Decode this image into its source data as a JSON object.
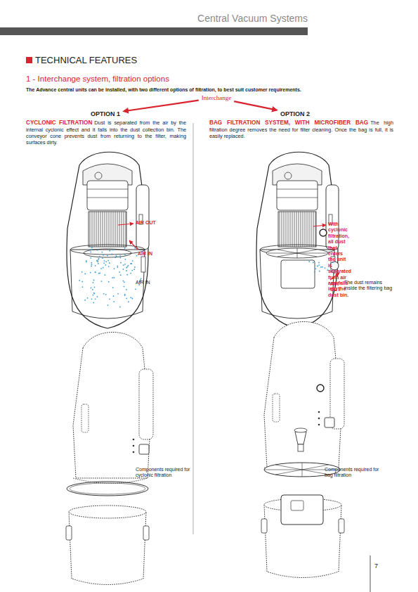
{
  "diagram": {
    "title": "TECHNICAL FEATURES",
    "nodes": [
      {
        "text": [
          "Interchange"
        ]
      },
      {
        "text": [
          "OPTION 1"
        ]
      },
      {
        "text": [
          "OPTION 2"
        ]
      }
    ],
    "edges": [
      {
        "from": 0,
        "to": 1,
        "arrow": "to"
      },
      {
        "from": 0,
        "to": 2,
        "arrow": "to"
      }
    ],
    "labels": [
      "Central Vacuum Systems",
      "1 - Interchange system, filtration options",
      "The Advance central units can be installed, with two different options of filtration, to best suit customer requirements.",
      "CYCLONIC FILTRATION",
      "Dust is separated from the air by the internal cyclonic effect and it falls into the dust collection bin. The conveyor cone prevents dust from returning to the filter, making surfaces dirty.",
      "BAG FILTRATION SYSTEM, WITH MICROFIBER BAG",
      "The high filtration degree removes the need for filter cleaning. Once the bag is full, it is easily replaced.",
      "AIR OUT",
      "AIR IN",
      "With cyclonic filtration, all dust that enters the unit is separated from air and falls into the dust bin.",
      "AIR OUT",
      "AIR IN",
      "The dust remains inside the filtering bag",
      "Components required for cyclonic filtration",
      "Components required for bag filtration",
      "7"
    ]
  }
}
